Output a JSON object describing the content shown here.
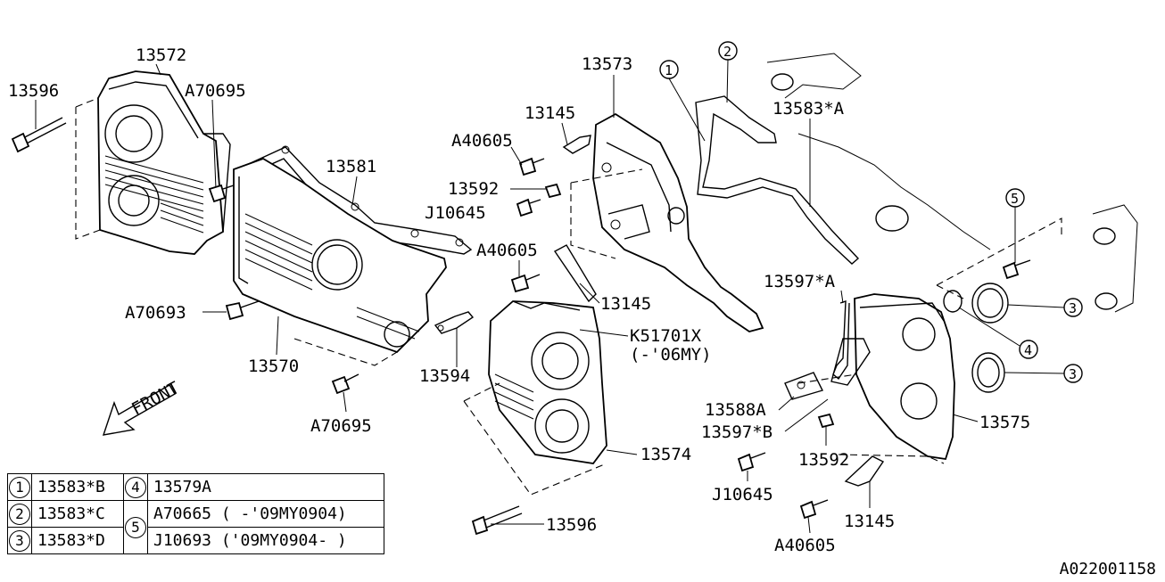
{
  "labels": {
    "p13572": "13572",
    "p13596_top": "13596",
    "a70695_top": "A70695",
    "p13581": "13581",
    "a70693": "A70693",
    "p13570": "13570",
    "a70695_bottom": "A70695",
    "p13594": "13594",
    "front": "FRONT",
    "p13573": "13573",
    "p13145_top": "13145",
    "a40605_top": "A40605",
    "p13592_mid": "13592",
    "j10645_mid": "J10645",
    "a40605_mid": "A40605",
    "p13145_mid": "13145",
    "k51701x": "K51701X",
    "k51701x_note": "(-'06MY)",
    "p13574": "13574",
    "p13596_bottom": "13596",
    "p13583a": "13583*A",
    "p13597a": "13597*A",
    "p13588a": "13588A",
    "p13597b": "13597*B",
    "p13575": "13575",
    "p13592_right": "13592",
    "j10645_right": "J10645",
    "p13145_right": "13145",
    "a40605_right": "A40605",
    "ref1": "1",
    "ref2": "2",
    "ref3a": "3",
    "ref3b": "3",
    "ref4": "4",
    "ref5": "5"
  },
  "legend": {
    "rows": [
      {
        "key": "1",
        "part": "13583*B",
        "key2": "4",
        "part2": "13579A"
      },
      {
        "key": "2",
        "part": "13583*C",
        "key2": "5",
        "part2": "A70665 ( -'09MY0904)"
      },
      {
        "key": "3",
        "part": "13583*D",
        "part2": "J10693 ('09MY0904- )"
      }
    ]
  },
  "doc_id": "A022001158"
}
